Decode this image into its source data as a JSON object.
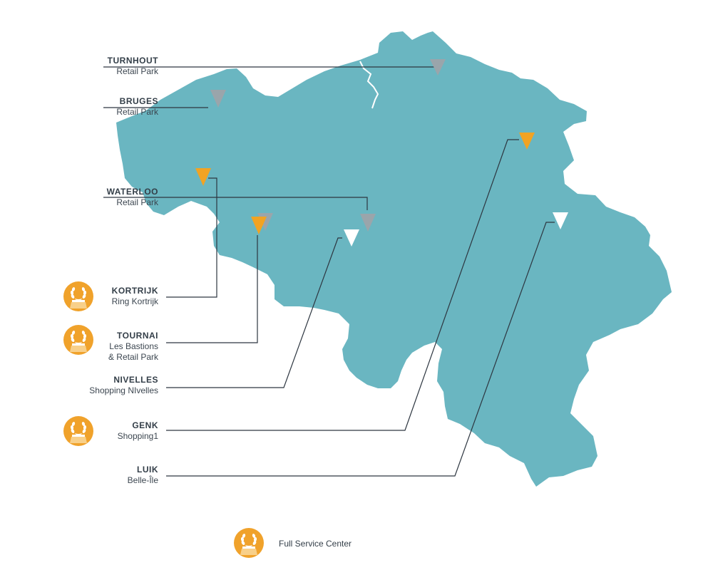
{
  "colors": {
    "map_fill": "#6ab6c1",
    "marker_gray": "#9aa5ab",
    "marker_orange": "#f1a323",
    "marker_white": "#ffffff",
    "badge_orange": "#f0a22b",
    "leader_line": "#2d3640"
  },
  "locations": [
    {
      "id": "turnhout",
      "city": "TURNHOUT",
      "sub": [
        "Retail Park"
      ],
      "marker": "gray",
      "full_service": false
    },
    {
      "id": "bruges",
      "city": "BRUGES",
      "sub": [
        "Retail Park"
      ],
      "marker": "gray",
      "full_service": false
    },
    {
      "id": "waterloo",
      "city": "WATERLOO",
      "sub": [
        "Retail Park"
      ],
      "marker": "gray",
      "full_service": false
    },
    {
      "id": "kortrijk",
      "city": "KORTRIJK",
      "sub": [
        "Ring Kortrijk"
      ],
      "marker": "orange",
      "full_service": true
    },
    {
      "id": "tournai",
      "city": "TOURNAI",
      "sub": [
        "Les Bastions",
        "& Retail Park"
      ],
      "marker": "orange",
      "full_service": true
    },
    {
      "id": "nivelles",
      "city": "NIVELLES",
      "sub": [
        "Shopping NIvelles"
      ],
      "marker": "white",
      "full_service": false
    },
    {
      "id": "genk",
      "city": "GENK",
      "sub": [
        "Shopping1"
      ],
      "marker": "orange",
      "full_service": true
    },
    {
      "id": "luik",
      "city": "LUIK",
      "sub": [
        "Belle-Île"
      ],
      "marker": "white",
      "full_service": false
    }
  ],
  "legend": {
    "icon": "laurel-wreath-icon",
    "label": "Full Service Center"
  }
}
